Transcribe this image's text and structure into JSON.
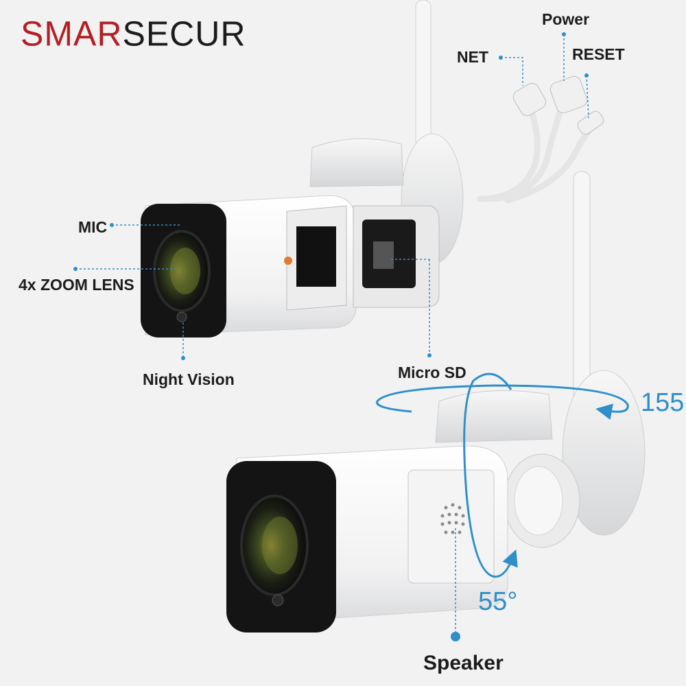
{
  "brand": {
    "part1": "SMAR",
    "part2": "SECUR",
    "color1": "#b41f24",
    "color2": "#1c1c1c"
  },
  "labels": {
    "net": "NET",
    "power": "Power",
    "reset": "RESET",
    "mic": "MIC",
    "zoom_lens": "4x ZOOM LENS",
    "night_vision": "Night Vision",
    "micro_sd": "Micro SD",
    "speaker": "Speaker"
  },
  "rotation": {
    "pan": "155",
    "tilt": "55°"
  },
  "colors": {
    "callout": "#2e8fc9",
    "body": "#ffffff",
    "face": "#141414"
  }
}
